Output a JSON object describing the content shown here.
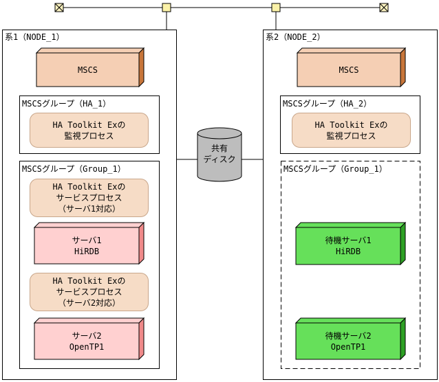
{
  "node1": {
    "title": "系1（NODE_1）",
    "mscs": "MSCS",
    "group_ha": {
      "title": "MSCSグループ（HA_1）",
      "process": [
        "HA Toolkit Exの",
        "監視プロセス"
      ]
    },
    "group_main": {
      "title": "MSCSグループ（Group_1）",
      "service1": [
        "HA Toolkit Exの",
        "サービスプロセス",
        "（サーバ1対応）"
      ],
      "server1": [
        "サーバ1",
        "HiRDB"
      ],
      "service2": [
        "HA Toolkit Exの",
        "サービスプロセス",
        "（サーバ2対応）"
      ],
      "server2": [
        "サーバ2",
        "OpenTP1"
      ]
    }
  },
  "node2": {
    "title": "系2（NODE_2）",
    "mscs": "MSCS",
    "group_ha": {
      "title": "MSCSグループ（HA_2）",
      "process": [
        "HA Toolkit Exの",
        "監視プロセス"
      ]
    },
    "group_main": {
      "title": "MSCSグループ（Group_1）",
      "server1": [
        "待機サーバ1",
        "HiRDB"
      ],
      "server2": [
        "待機サーバ2",
        "OpenTP1"
      ]
    }
  },
  "disk": [
    "共有",
    "ディスク"
  ],
  "colors": {
    "mscs_face": "#f5cfb4",
    "mscs_side": "#c8763a",
    "process_fill": "#f6dcc6",
    "server_face": "#ffd0d0",
    "server_side": "#f08a8a",
    "standby_face": "#66e05a",
    "standby_side": "#2da024",
    "disk_body": "#bdbdbd",
    "terminator_fill": "#fbf2c0",
    "connector_fill": "#fbf2a8"
  }
}
